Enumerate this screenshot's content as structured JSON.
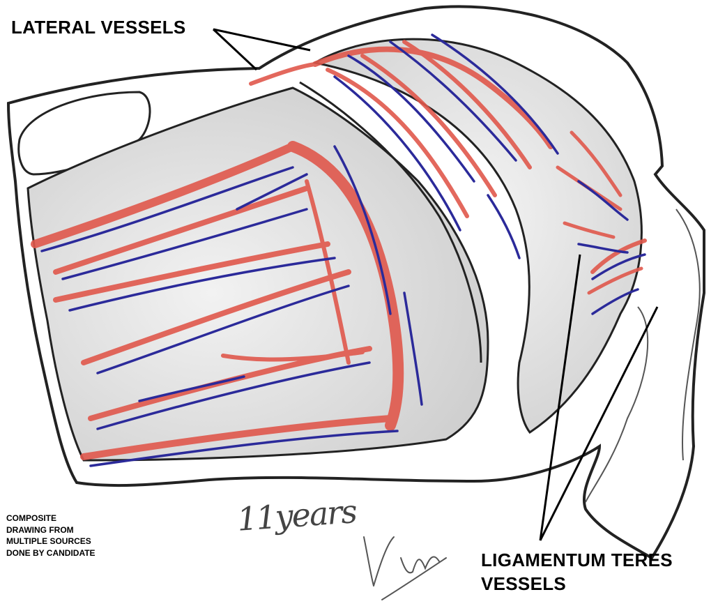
{
  "labels": {
    "lateral_vessels": "LATERAL VESSELS",
    "ligamentum_teres_line1": "LIGAMENTUM TERES",
    "ligamentum_teres_line2": "VESSELS"
  },
  "note": {
    "line1": "COMPOSITE",
    "line2": "DRAWING FROM",
    "line3": "MULTIPLE SOURCES",
    "line4": "DONE BY CANDIDATE"
  },
  "handwriting": {
    "age": "11years",
    "signature": "Vim"
  },
  "colors": {
    "outline": "#222222",
    "artery_red": "#e0584c",
    "vein_blue": "#2b2a9a",
    "shading_gray": "#d8d8d8"
  }
}
